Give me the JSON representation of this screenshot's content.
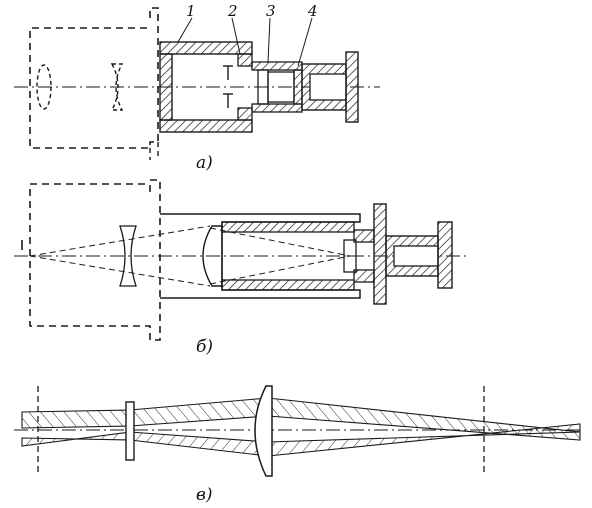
{
  "callouts": [
    "1",
    "2",
    "3",
    "4"
  ],
  "subfigure_labels": [
    "а)",
    "б)",
    "в)"
  ],
  "colors": {
    "ink": "#1a1a1a",
    "paper": "#ffffff"
  }
}
